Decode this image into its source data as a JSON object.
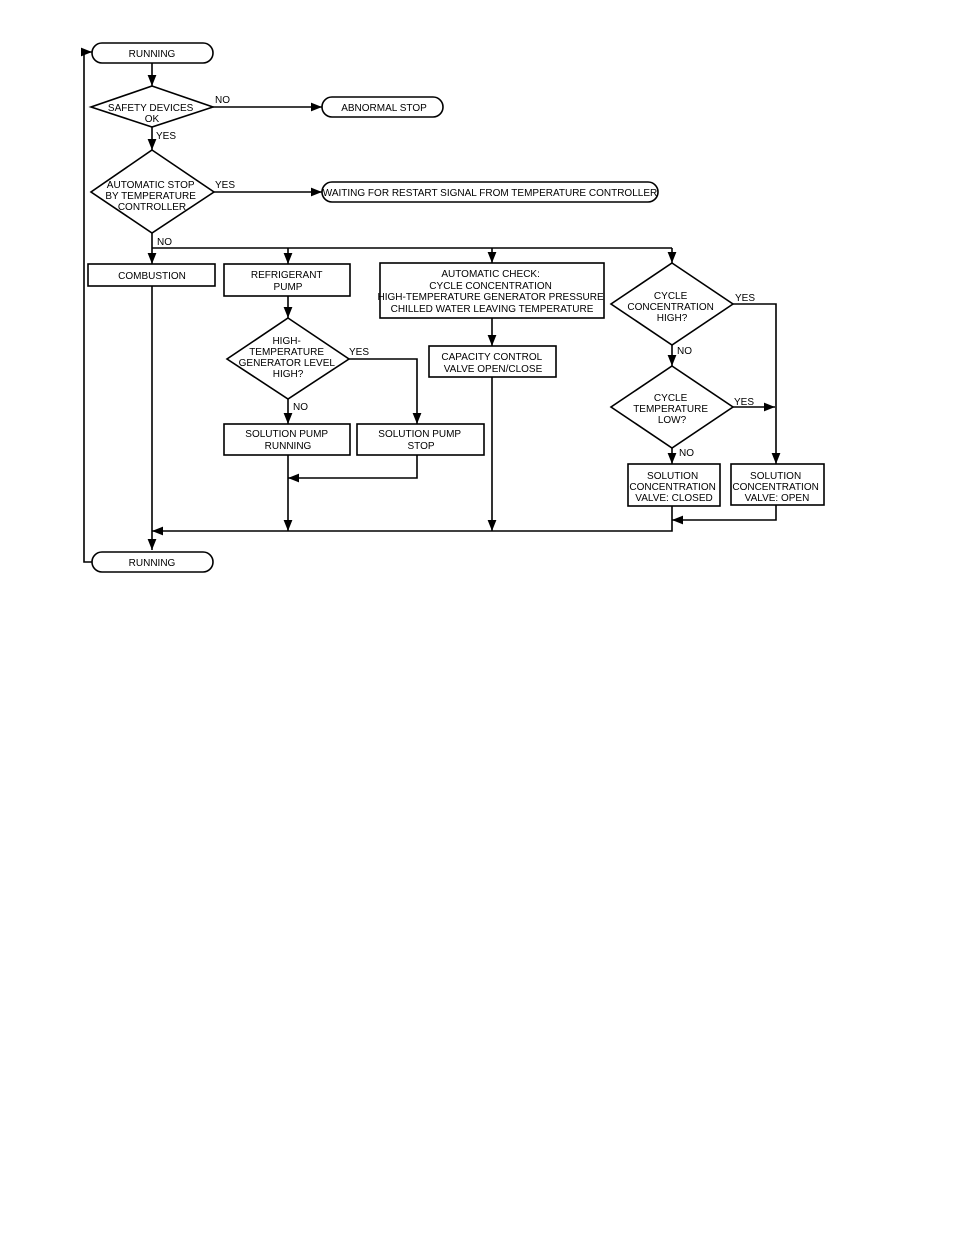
{
  "nodes": {
    "running_top": [
      "RUNNING"
    ],
    "safety": [
      "SAFETY DEVICES",
      "OK"
    ],
    "abnormal": [
      "ABNORMAL STOP"
    ],
    "autostop": [
      "AUTOMATIC STOP",
      "BY TEMPERATURE",
      "CONTROLLER"
    ],
    "waiting": [
      "WAITING FOR RESTART SIGNAL FROM TEMPERATURE CONTROLLER"
    ],
    "combustion": [
      "COMBUSTION"
    ],
    "refrigerant": [
      "REFRIGERANT",
      "PUMP"
    ],
    "htgen": [
      "HIGH-",
      "TEMPERATURE",
      "GENERATOR LEVEL",
      "HIGH?"
    ],
    "sol_running": [
      "SOLUTION PUMP",
      "RUNNING"
    ],
    "sol_stop": [
      "SOLUTION PUMP",
      "STOP"
    ],
    "autocheck": [
      "AUTOMATIC CHECK:",
      "CYCLE CONCENTRATION",
      "HIGH-TEMPERATURE GENERATOR PRESSURE",
      "CHILLED WATER LEAVING TEMPERATURE"
    ],
    "capacity": [
      "CAPACITY CONTROL",
      "VALVE OPEN/CLOSE"
    ],
    "cycconc": [
      "CYCLE",
      "CONCENTRATION",
      "HIGH?"
    ],
    "cyctemp": [
      "CYCLE",
      "TEMPERATURE",
      "LOW?"
    ],
    "valve_closed": [
      "SOLUTION",
      "CONCENTRATION",
      "VALVE: CLOSED"
    ],
    "valve_open": [
      "SOLUTION",
      "CONCENTRATION",
      "VALVE: OPEN"
    ],
    "running_bottom": [
      "RUNNING"
    ]
  },
  "edge_labels": {
    "safety_no": "NO",
    "safety_yes": "YES",
    "autostop_yes": "YES",
    "autostop_no": "NO",
    "htgen_yes": "YES",
    "htgen_no": "NO",
    "cycconc_yes": "YES",
    "cycconc_no": "NO",
    "cyctemp_yes": "YES",
    "cyctemp_no": "NO"
  }
}
